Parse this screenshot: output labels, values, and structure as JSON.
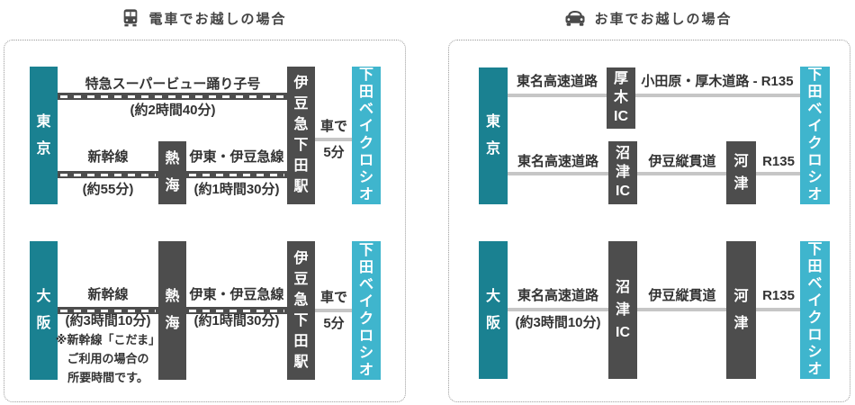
{
  "headers": {
    "train": "電車でお越しの場合",
    "car": "お車でお越しの場合"
  },
  "icons": {
    "train": "train-front-icon",
    "car": "car-front-icon"
  },
  "colors": {
    "origin_box": "#1a8191",
    "destination_box": "#3fb5cd",
    "station_box": "#4d4d4d",
    "rail_line": "#4d4d4d",
    "road_line": "#c6c6c6",
    "text": "#333333",
    "header_text": "#454545"
  },
  "train_panel": {
    "tokyo": {
      "origin": "東京",
      "limited_express": {
        "name": "特急スーパービュー踊り子号",
        "time": "(約2時間40分)"
      },
      "shinkansen": {
        "name": "新幹線",
        "time": "(約55分)"
      },
      "via_station": "熱海",
      "izukyu_line": {
        "name": "伊東・伊豆急線",
        "time": "(約1時間30分)"
      },
      "terminal_station": "伊豆急下田駅",
      "car_transfer": {
        "line1": "車で",
        "line2": "5分"
      },
      "destination": "下田ベイクロシオ"
    },
    "osaka": {
      "origin": "大阪",
      "shinkansen": {
        "name": "新幹線",
        "time": "(約3時間10分)",
        "note_lines": [
          "※新幹線「こだま」",
          "ご利用の場合の",
          "所要時間です。"
        ]
      },
      "via_station": "熱海",
      "izukyu_line": {
        "name": "伊東・伊豆急線",
        "time": "(約1時間30分)"
      },
      "terminal_station": "伊豆急下田駅",
      "car_transfer": {
        "line1": "車で",
        "line2": "5分"
      },
      "destination": "下田ベイクロシオ"
    }
  },
  "car_panel": {
    "tokyo": {
      "origin": "東京",
      "route_a": {
        "road1": "東名高速道路",
        "ic": "厚木IC",
        "road2": "小田原・厚木道路 - R135"
      },
      "route_b": {
        "road1": "東名高速道路",
        "ic": "沼津IC",
        "road2": "伊豆縦貫道",
        "via": "河津",
        "road3": "R135"
      },
      "destination": "下田ベイクロシオ"
    },
    "osaka": {
      "origin": "大阪",
      "route": {
        "road1": "東名高速道路",
        "time": "(約3時間10分)",
        "ic": "沼津IC",
        "road2": "伊豆縦貫道",
        "via": "河津",
        "road3": "R135"
      },
      "destination": "下田ベイクロシオ"
    }
  }
}
